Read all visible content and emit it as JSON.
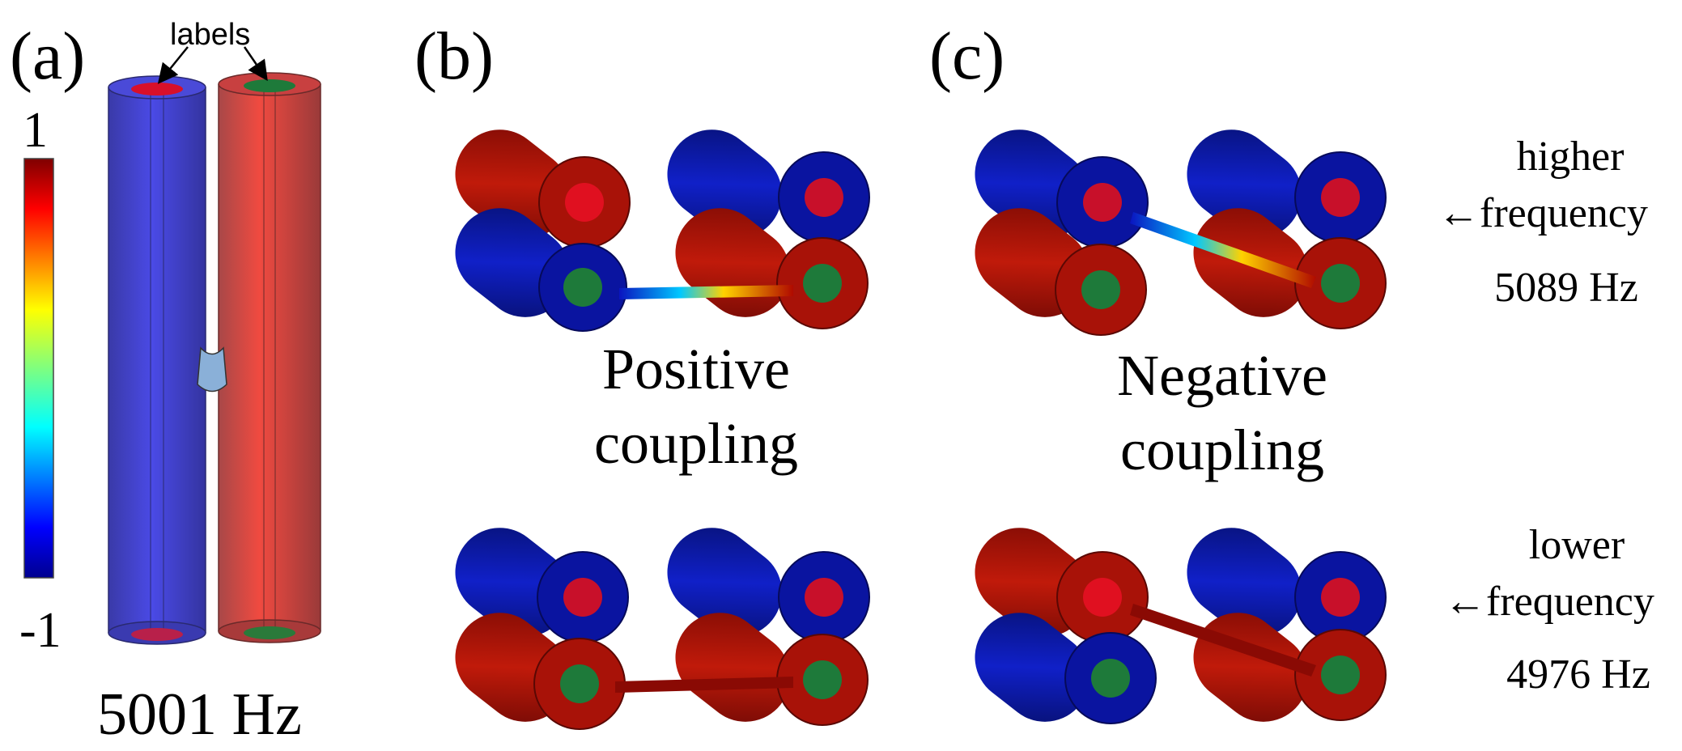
{
  "panels": {
    "a": "(a)",
    "b": "(b)",
    "c": "(c)"
  },
  "colorbar": {
    "max": "1",
    "min": "-1"
  },
  "labels_annotation": "labels",
  "panel_a_frequency": "5001 Hz",
  "positive_coupling": {
    "line1": "Positive",
    "line2": "coupling"
  },
  "negative_coupling": {
    "line1": "Negative",
    "line2": "coupling"
  },
  "higher": {
    "line1": "higher",
    "line2": "←frequency",
    "value": "5089 Hz"
  },
  "lower": {
    "line1": "lower",
    "line2": "←frequency",
    "value": "4976 Hz"
  },
  "colors": {
    "red_field": "#a81208",
    "blue_field": "#0a14a0",
    "label_red": "#d8102a",
    "label_green": "#1e7a3a"
  }
}
